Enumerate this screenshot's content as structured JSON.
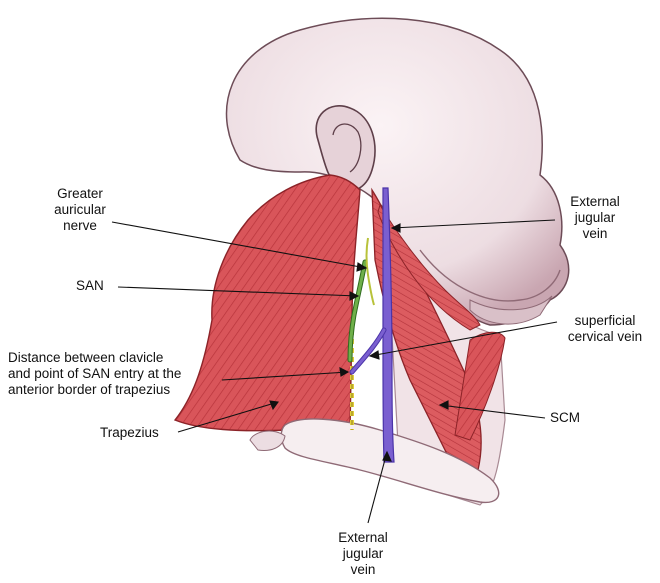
{
  "labels": {
    "greater_auricular_nerve": [
      "Greater",
      "auricular",
      "nerve"
    ],
    "san": "SAN",
    "distance": [
      "Distance between clavicle",
      "and point of SAN entry at the",
      "anterior border of trapezius"
    ],
    "trapezius": "Trapezius",
    "external_jugular_vein_top": [
      "External",
      "jugular",
      "vein"
    ],
    "superficial_cervical_vein": [
      "superficial",
      "cervical vein"
    ],
    "scm": "SCM",
    "external_jugular_vein_bottom": [
      "External",
      "jugular",
      "vein"
    ]
  },
  "colors": {
    "skin": "#f3e6ea",
    "skin_shadow": "#c9a6b1",
    "muscle": "#d9555a",
    "muscle_dark": "#b8343b",
    "vein": "#7a5fd0",
    "vein_dark": "#4b34a8",
    "nerve": "#6fb04a",
    "nerve_dark": "#2f6b1e",
    "marker": "#e3cf3a",
    "bone": "#f6eef0",
    "line": "#111111"
  }
}
